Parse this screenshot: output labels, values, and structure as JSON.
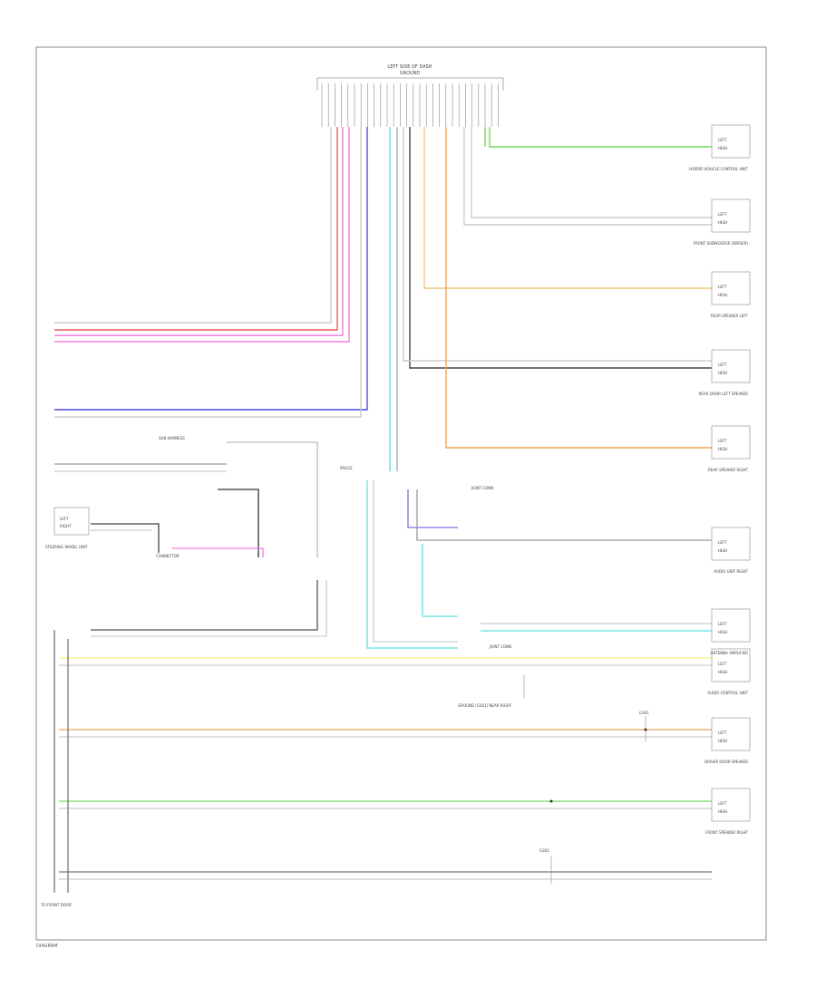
{
  "header": {
    "connector_title": "LEFT SIDE OF DASH",
    "connector_subtitle": "GROUND"
  },
  "components": {
    "unit_a": {
      "title": "HYBRID VEHICLE CONTROL UNIT",
      "pins": [
        "LEFT",
        "HIGH"
      ]
    },
    "unit_b": {
      "title": "FRONT SUBWOOFER (DRIVER)",
      "pins": [
        "LEFT",
        "HIGH"
      ]
    },
    "unit_c": {
      "title": "REAR SPEAKER LEFT",
      "pins": [
        "LEFT",
        "HIGH"
      ]
    },
    "unit_d": {
      "title": "REAR DOOR LEFT SPEAKER",
      "pins": [
        "LEFT",
        "HIGH"
      ]
    },
    "unit_e": {
      "title": "REAR SPEAKER RIGHT",
      "pins": [
        "LEFT",
        "HIGH"
      ]
    },
    "unit_f": {
      "title": "AUDIO UNIT RIGHT",
      "pins": [
        "LEFT",
        "HIGH"
      ]
    },
    "unit_g": {
      "title": "ANTENNA AMPLIFIER",
      "pins": [
        "LEFT",
        "HIGH"
      ]
    },
    "unit_h": {
      "title": "AUDIO CONTROL UNIT",
      "pins": [
        "LEFT",
        "HIGH"
      ]
    },
    "unit_i": {
      "title": "DRIVER DOOR SPEAKER",
      "pins": [
        "LEFT",
        "HIGH"
      ]
    },
    "unit_j": {
      "title": "FRONT SPEAKER RIGHT",
      "pins": [
        "LEFT",
        "HIGH"
      ]
    }
  },
  "left_components": {
    "horn_switch": {
      "title": "STEERING WHEEL UNIT",
      "pins": [
        "LEFT",
        "RIGHT"
      ]
    },
    "connector_1": "SUB-HARNESS",
    "connector_2": "CONNECTOR",
    "ground_note": "TO FRONT DOOR"
  },
  "splices": {
    "s1": "SPLICE",
    "s2": "JOINT CONN",
    "s3": "JOINT CONN"
  },
  "notes": {
    "ground_label": "GROUND (G301) NEAR RIGHT",
    "ground_point_1": "G301",
    "ground_point_2": "G302",
    "footer_id": "DIAGRAM"
  },
  "wire_colors": {
    "green": "#74d85a",
    "gray": "#9a9a9a",
    "orange": "#f2a45c",
    "red": "#ee5a5a",
    "pink": "#f07ce0",
    "blue": "#4a4ae0",
    "cyan": "#5ee0e0",
    "dark": "#444444",
    "yellow": "#f2f27a",
    "purple": "#8a6ae0"
  }
}
